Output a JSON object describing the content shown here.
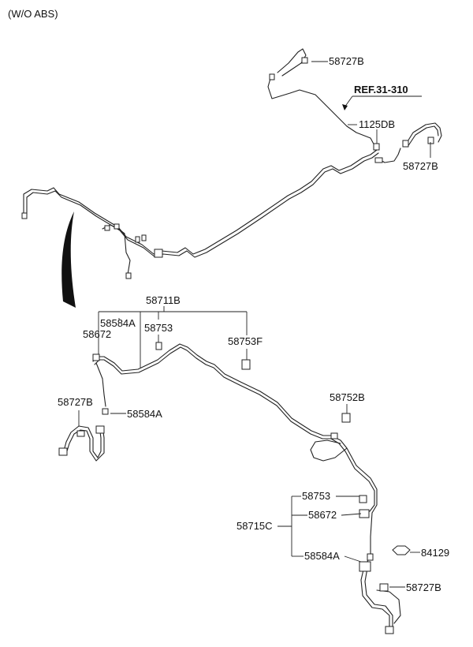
{
  "variant_note": "(W/O ABS)",
  "reference": "REF.31-310",
  "labels": {
    "p58727B_top": "58727B",
    "p1125DB": "1125DB",
    "p58727B_right": "58727B",
    "p58711B": "58711B",
    "p58584A_upper": "58584A",
    "p58753_upper": "58753",
    "p58672_upper": "58672",
    "p58753F": "58753F",
    "p58727B_left": "58727B",
    "p58584A_left": "58584A",
    "p58752B": "58752B",
    "p58753_lower": "58753",
    "p58672_lower": "58672",
    "p58715C": "58715C",
    "p84129": "84129",
    "p58584A_lower": "58584A",
    "p58727B_bottom": "58727B"
  }
}
